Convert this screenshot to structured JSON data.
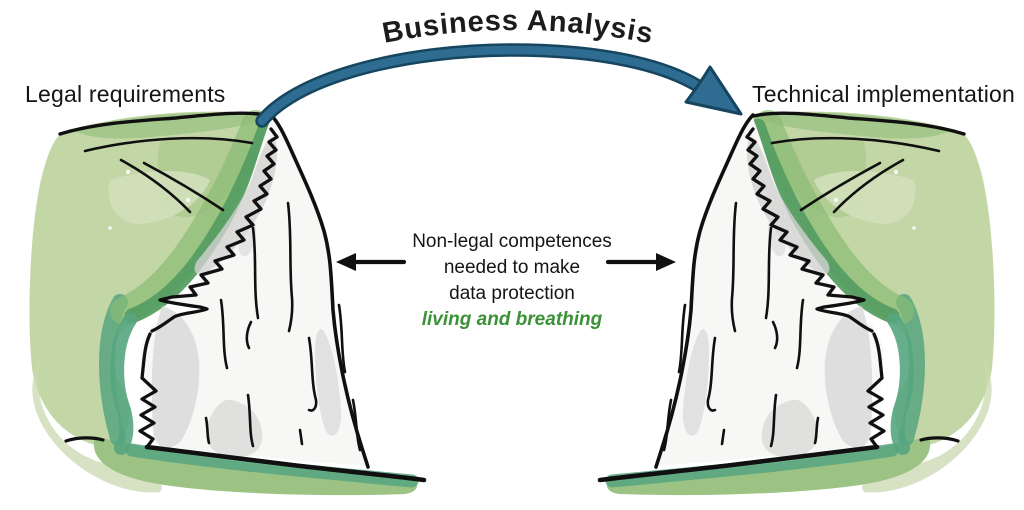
{
  "diagram": {
    "arc_label": "Business Analysis",
    "left_cliff_label": "Legal requirements",
    "right_cliff_label": "Technical implementation",
    "gap_text": {
      "lines": [
        "Non-legal competences",
        "needed to make",
        "data protection",
        "living and breathing"
      ],
      "highlight_line_index": 3
    },
    "colors": {
      "arrow_blue_fill": "#2e6c91",
      "arrow_blue_outline": "#16455f",
      "highlight_green": "#3a9136",
      "grass_light": "#c3d6a6",
      "grass_medium": "#9cc384",
      "grass_dark_band": "#569e62",
      "grass_teal": "#57a57f",
      "cliff_face": "#f7f7f6",
      "cliff_shadow": "#d6d6d6",
      "outline_black": "#101010"
    },
    "icons": [
      "curved-arrow-icon",
      "left-arrow-icon",
      "right-arrow-icon"
    ]
  }
}
